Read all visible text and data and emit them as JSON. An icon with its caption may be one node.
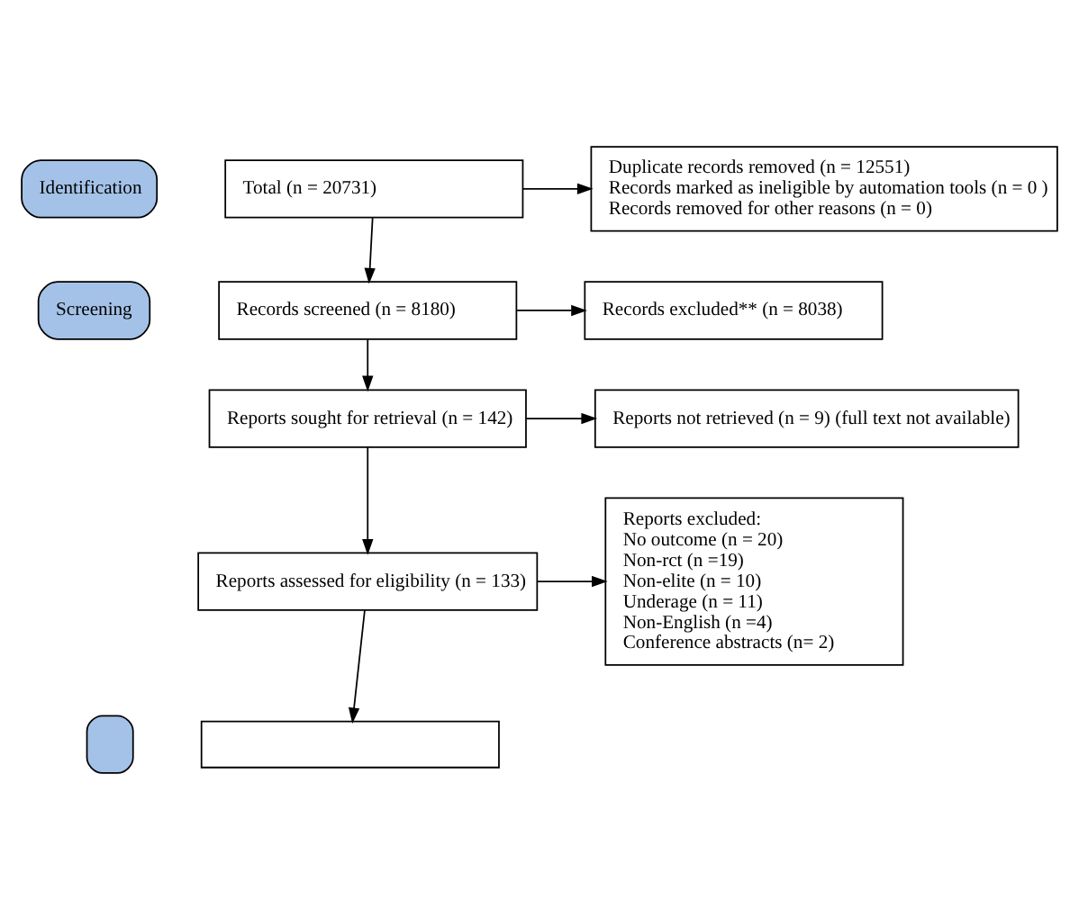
{
  "diagram": {
    "nodes": [
      {
        "text": [
          "Identification"
        ]
      },
      {
        "text": [
          "Total (n = 20731)"
        ]
      },
      {
        "text": [
          "Duplicate records removed (n = 12551)",
          "Records marked as ineligible by automation tools (n = 0 )",
          "Records removed for other reasons (n = 0)"
        ]
      },
      {
        "text": [
          "Screening"
        ]
      },
      {
        "text": [
          "Records screened (n = 8180)"
        ]
      },
      {
        "text": [
          "Records excluded** (n = 8038)"
        ]
      },
      {
        "text": [
          "Reports sought for retrieval (n = 142)"
        ]
      },
      {
        "text": [
          "Reports not retrieved (n = 9) (full text not available)"
        ]
      },
      {
        "text": [
          "Reports assessed for eligibility (n = 133)"
        ]
      },
      {
        "text": [
          "Reports excluded:",
          "No outcome (n = 20)",
          "Non-rct (n =19)",
          "Non-elite (n = 10)",
          "Underage (n = 11)",
          "Non-English (n =4)",
          "Conference abstracts (n= 2)"
        ]
      },
      {
        "text": [],
        "shape": "box"
      },
      {
        "text": [],
        "shape": "box"
      }
    ],
    "edges": [
      {
        "from": 1,
        "to": 2,
        "arrow": "to"
      },
      {
        "from": 1,
        "to": 4,
        "arrow": "to"
      },
      {
        "from": 4,
        "to": 5,
        "arrow": "to"
      },
      {
        "from": 4,
        "to": 6,
        "arrow": "to"
      },
      {
        "from": 6,
        "to": 7,
        "arrow": "to"
      },
      {
        "from": 6,
        "to": 8,
        "arrow": "to"
      },
      {
        "from": 8,
        "to": 9,
        "arrow": "to"
      },
      {
        "from": 8,
        "to": 11,
        "arrow": "to"
      }
    ]
  }
}
